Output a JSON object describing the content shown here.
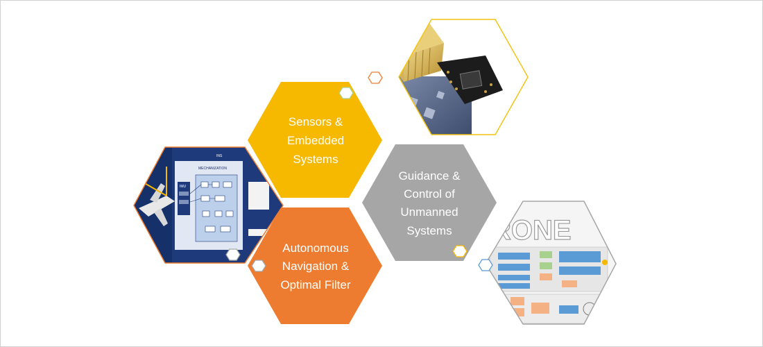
{
  "hexagons": [
    {
      "id": "sensors",
      "lines": [
        "Sensors &",
        "Embedded",
        "Systems"
      ],
      "color": "#f7b800"
    },
    {
      "id": "guidance",
      "lines": [
        "Guidance &",
        "Control of",
        "Unmanned",
        "Systems"
      ],
      "color": "#a6a6a6"
    },
    {
      "id": "navigation",
      "lines": [
        "Autonomous",
        "Navigation &",
        "Optimal Filter"
      ],
      "color": "#ee7c30"
    }
  ],
  "image_labels": {
    "ins_title": "INS",
    "mechanization": "MECHANIZATION",
    "imu": "IMU",
    "drone_word": "RONE"
  },
  "colors": {
    "border": "#d0d0d0",
    "ins_blue": "#1f3a7a",
    "sensor_gold": "#c8a243"
  }
}
